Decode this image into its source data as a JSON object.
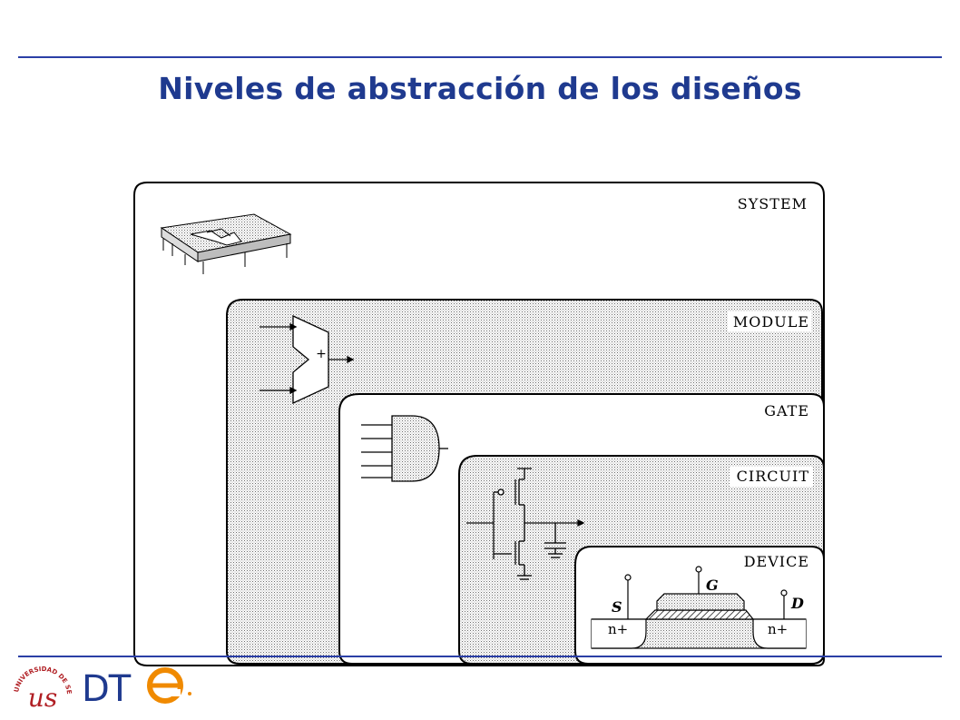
{
  "slide": {
    "title": "Niveles de abstracción de los diseños"
  },
  "diagram": {
    "levels": [
      {
        "name": "system",
        "label": "SYSTEM"
      },
      {
        "name": "module",
        "label": "MODULE"
      },
      {
        "name": "gate",
        "label": "GATE"
      },
      {
        "name": "circuit",
        "label": "CIRCUIT"
      },
      {
        "name": "device",
        "label": "DEVICE"
      }
    ],
    "module_symbol": "+",
    "device_labels": {
      "gate": "G",
      "source": "S",
      "drain": "D",
      "source_region": "n+",
      "drain_region": "n+"
    }
  },
  "footer": {
    "university_ring_text": "UNIVERSIDAD DE SEVILLA",
    "university_monogram": "us",
    "department_logo": "DTE"
  },
  "colors": {
    "title": "#1f3a8f",
    "rules": "#2b3fa6",
    "logo_red": "#b01e23",
    "logo_blue": "#1f3a8f",
    "logo_orange": "#f08a00"
  }
}
